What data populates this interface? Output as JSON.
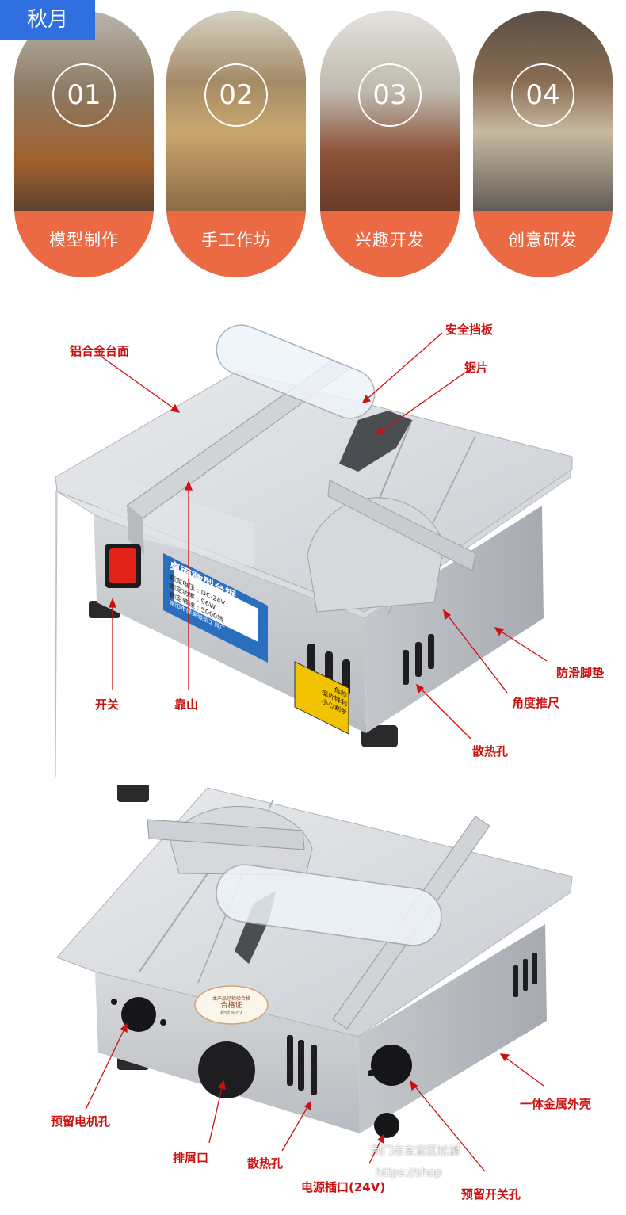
{
  "tag": "秋月",
  "scenes": [
    {
      "num": "01",
      "label": "模型制作"
    },
    {
      "num": "02",
      "label": "手工作坊"
    },
    {
      "num": "03",
      "label": "兴趣开发"
    },
    {
      "num": "04",
      "label": "创意研发"
    }
  ],
  "callouts_top": {
    "tabletop": "铝合金台面",
    "guard": "安全挡板",
    "blade": "锯片",
    "feet": "防滑脚垫",
    "switch": "开关",
    "fence": "靠山",
    "miter": "角度推尺",
    "vents": "散热孔"
  },
  "callouts_bottom": {
    "motor_hole": "预留电机孔",
    "shell": "一体金属外壳",
    "chip_outlet": "排屑口",
    "vents": "散热孔",
    "power_jack": "电源插口(24V)",
    "switch_hole": "预留开关孔"
  },
  "product_label": {
    "title": "桌面微型台锯",
    "voltage": "额定电压 : DC-24V",
    "power": "额定功率 : 96W",
    "speed": "额定转速 : 5000转",
    "maker": "南阳市绿美微型工具厂"
  },
  "warning": {
    "head": "危险",
    "line1": "锯片锋利",
    "line2": "小心割手"
  },
  "cert": {
    "head": "本产品经检验合格",
    "title": "合格证",
    "line": "检验员:02"
  },
  "watermark": {
    "line1": "荆门市东宝区松湖",
    "line2": "https://shop"
  },
  "colors": {
    "accent": "#eb6a43",
    "callout": "#cc1111",
    "tag": "#2f6fe0"
  }
}
